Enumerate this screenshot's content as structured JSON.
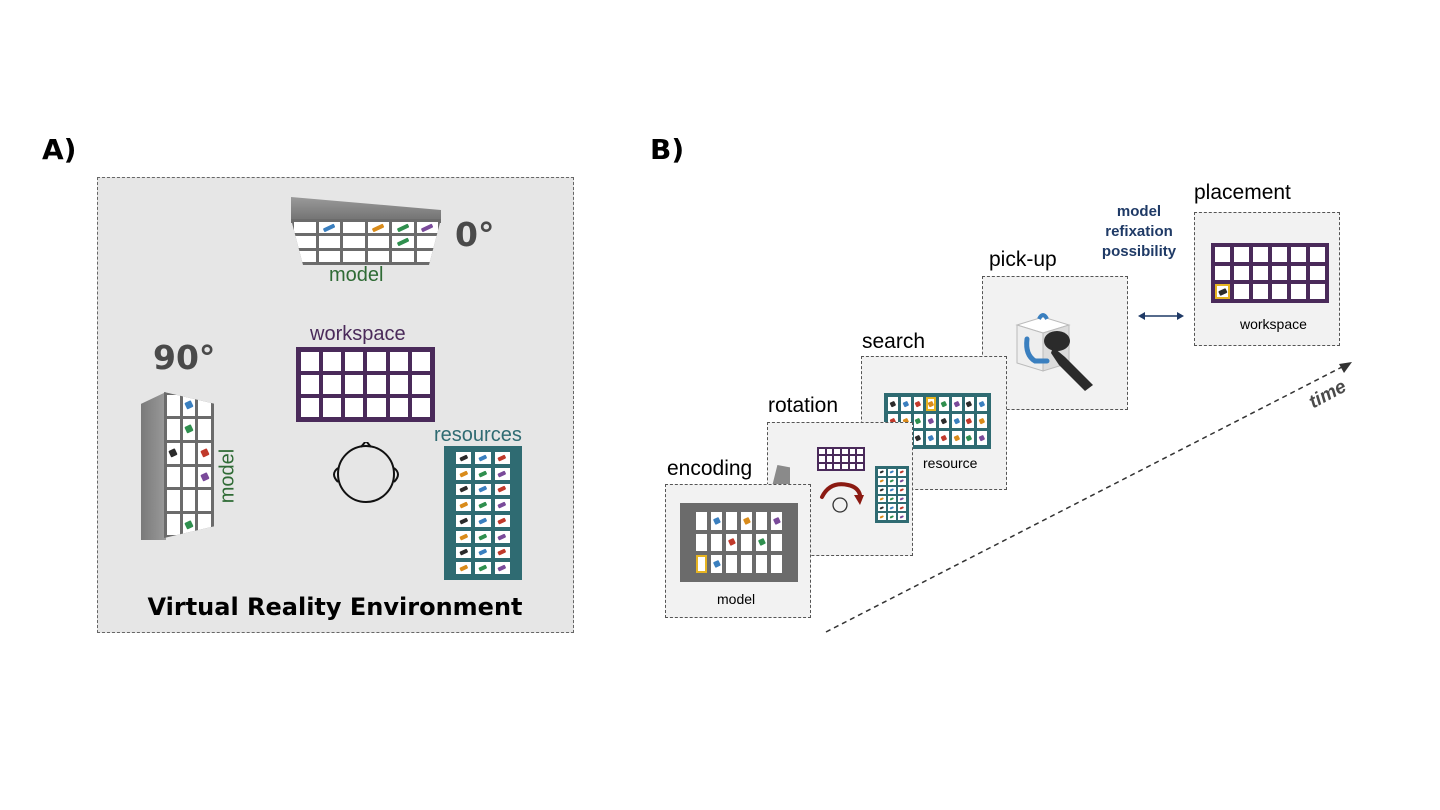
{
  "panel_a": {
    "label": "A)",
    "title": "Virtual Reality Environment",
    "angle_front": "0°",
    "angle_side": "90°",
    "model_top_label": "model",
    "model_side_label": "model",
    "workspace_label": "workspace",
    "resources_label": "resources",
    "head_icon": "head-icon"
  },
  "panel_b": {
    "label": "B)",
    "steps": {
      "encoding": "encoding",
      "rotation": "rotation",
      "search": "search",
      "pickup": "pick-up",
      "placement": "placement"
    },
    "captions": {
      "model": "model",
      "resource": "resource",
      "workspace": "workspace"
    },
    "refixation": [
      "model",
      "refixation",
      "possibility"
    ],
    "time_label": "time",
    "icons": [
      "vr-controller-icon",
      "rotation-arrow-icon",
      "double-arrow-icon",
      "time-arrow-icon"
    ]
  },
  "colors": {
    "model_green": "#2f6b35",
    "model_grid": "#6b6b6b",
    "workspace_purple": "#4a2a5a",
    "resources_teal": "#2f6b72",
    "refixation_navy": "#1f3a66",
    "rotation_red": "#8b1a12",
    "highlight_yellow": "#e6b422"
  }
}
